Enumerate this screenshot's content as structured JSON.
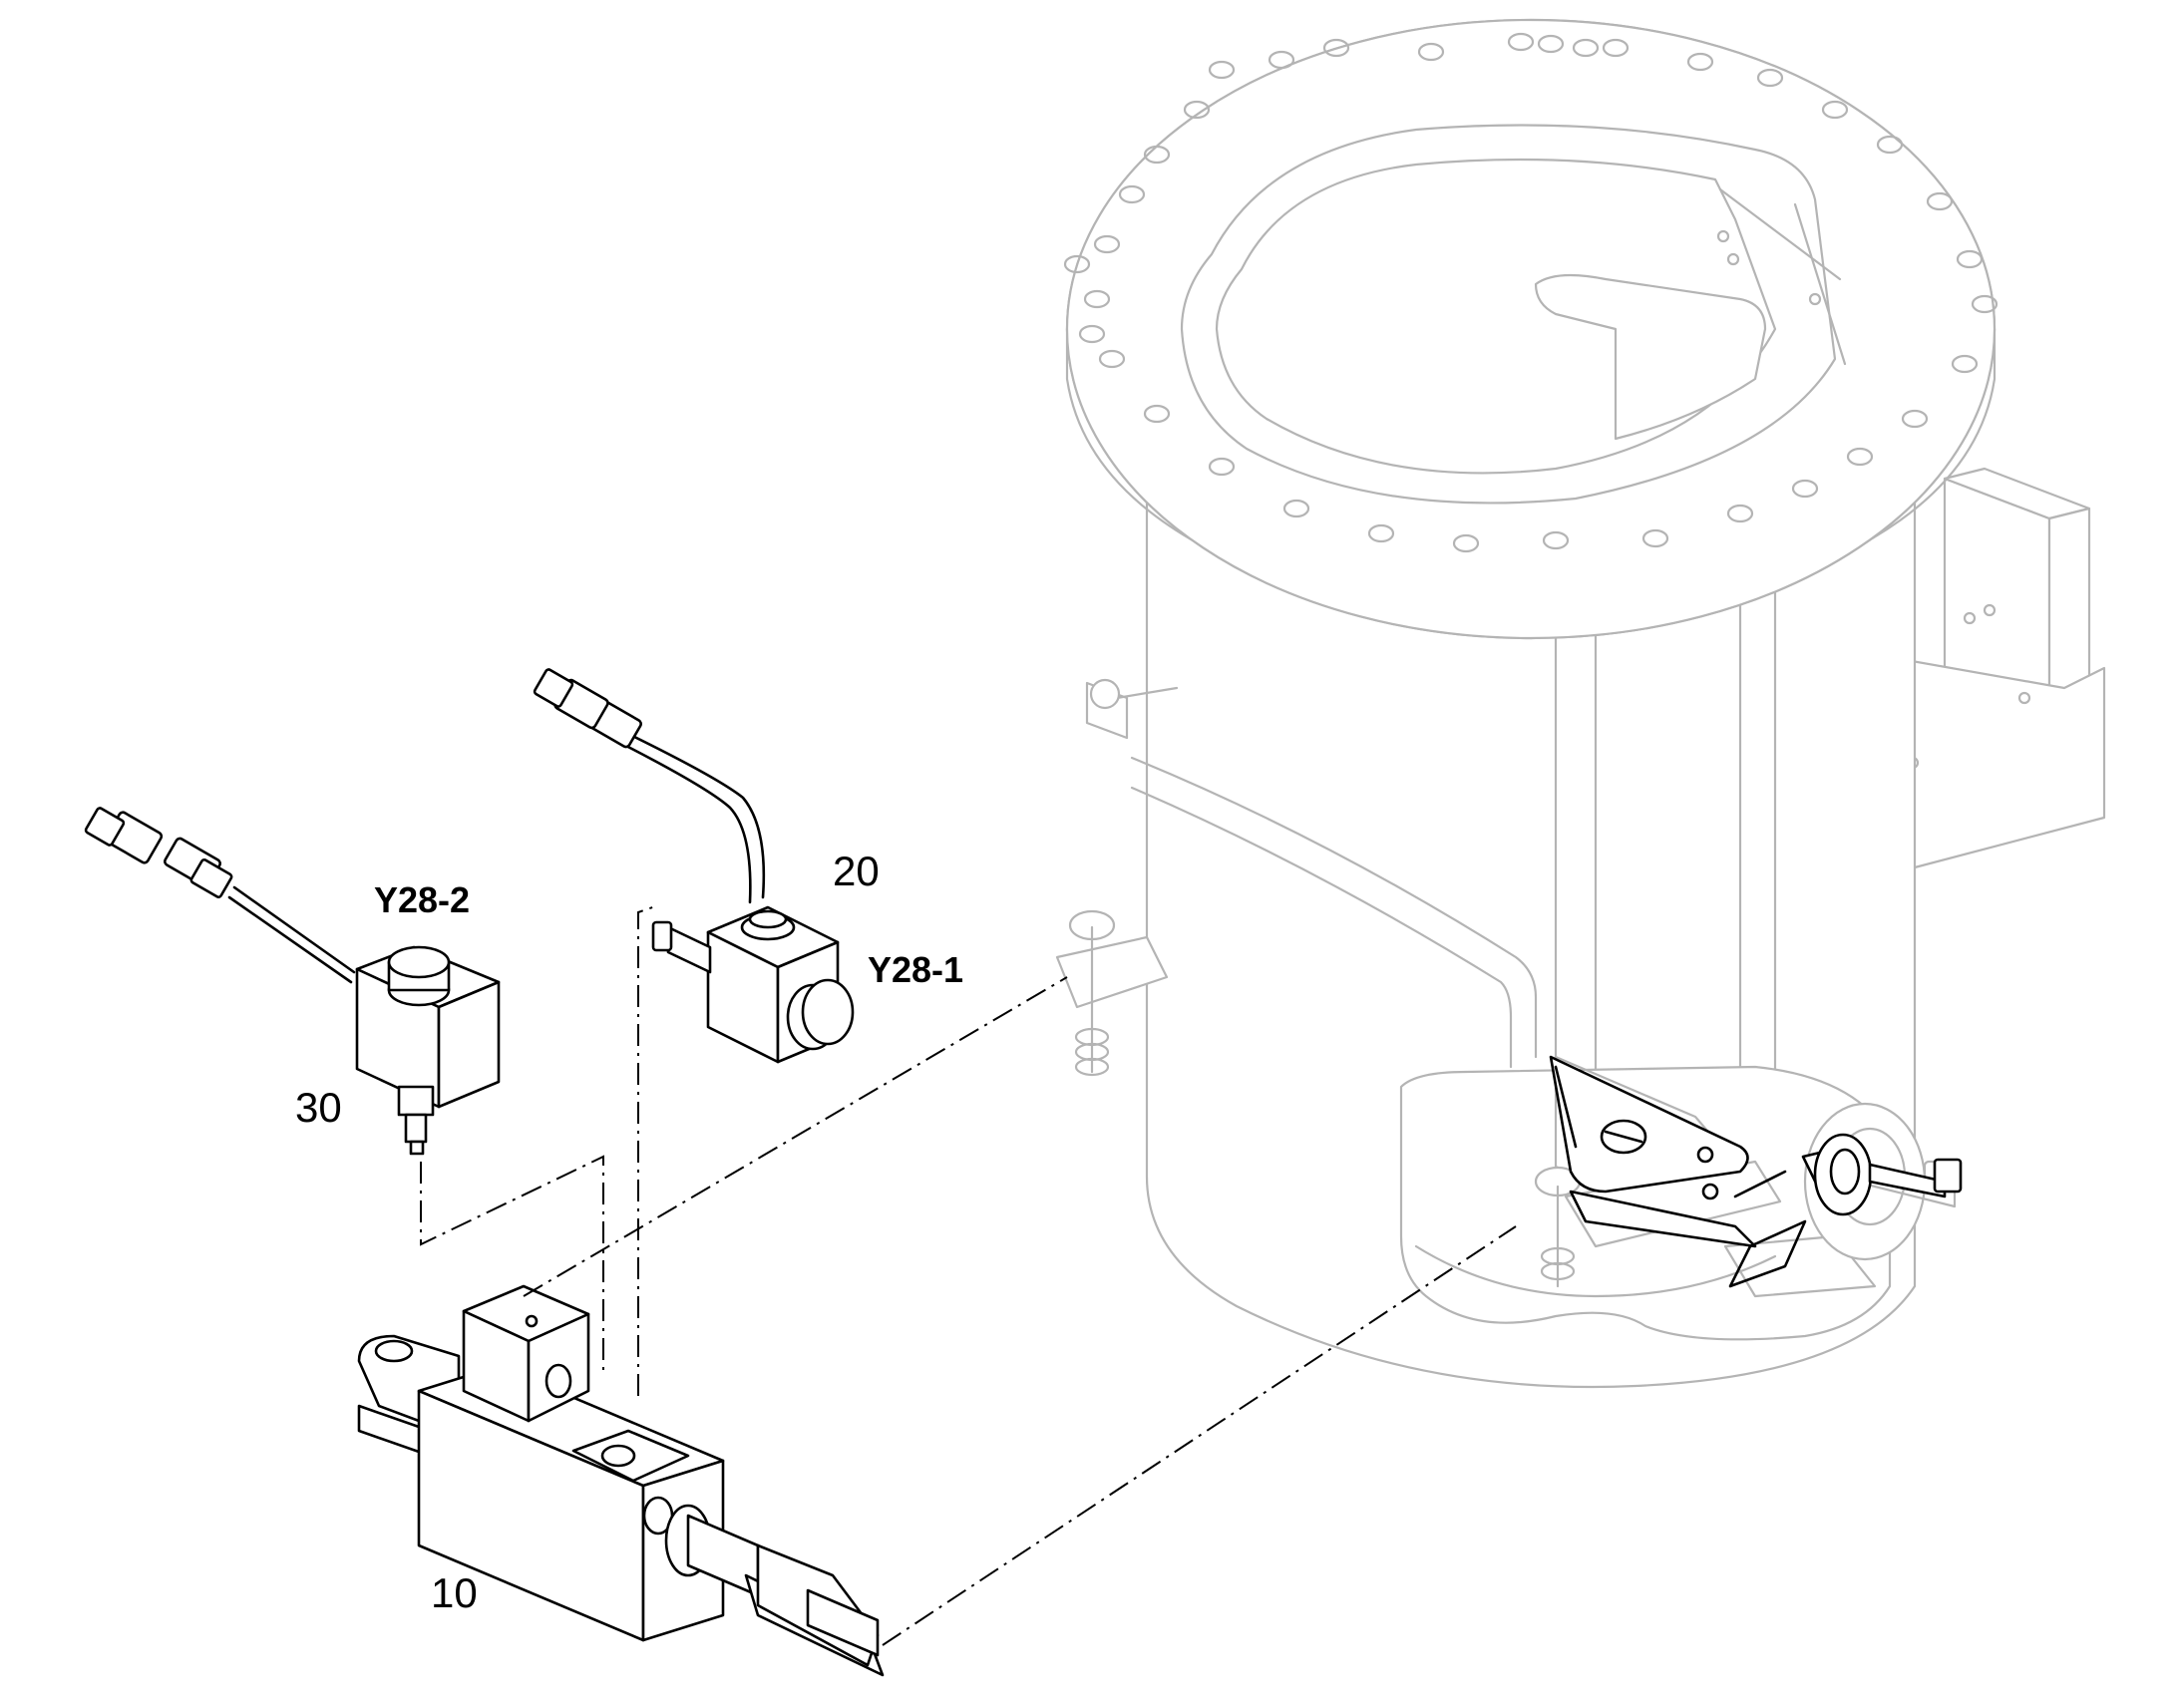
{
  "callouts": {
    "part_10": "10",
    "part_20": "20",
    "part_30": "30",
    "label_y28_1": "Y28-1",
    "label_y28_2": "Y28-2"
  },
  "colors": {
    "ink": "#000000",
    "faint_ink": "#b4b4b4",
    "background": "#ffffff"
  }
}
